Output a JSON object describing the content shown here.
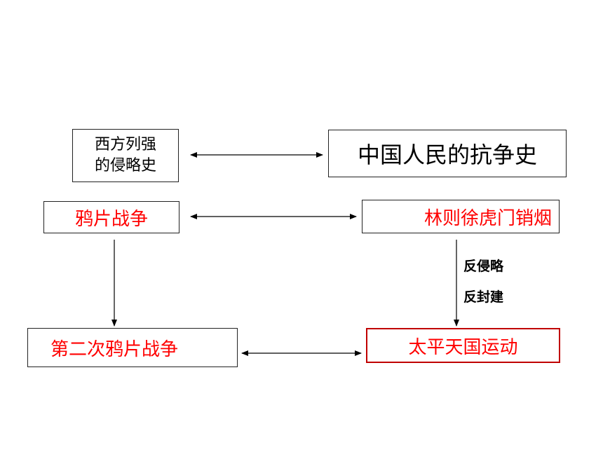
{
  "nodes": {
    "west_aggression_line1": "西方列强",
    "west_aggression_line2": "的侵略史",
    "china_resistance": "中国人民的抗争史",
    "opium_war": "鸦片战争",
    "lin_zexu": "林则徐虎门销烟",
    "second_opium_war": "第二次鸦片战争",
    "taiping": "太平天国运动"
  },
  "annotations": {
    "anti_aggression": "反侵略",
    "anti_feudal": "反封建"
  },
  "colors": {
    "event_text": "#ff0000",
    "highlight_border": "#c00000",
    "line": "#000000"
  }
}
